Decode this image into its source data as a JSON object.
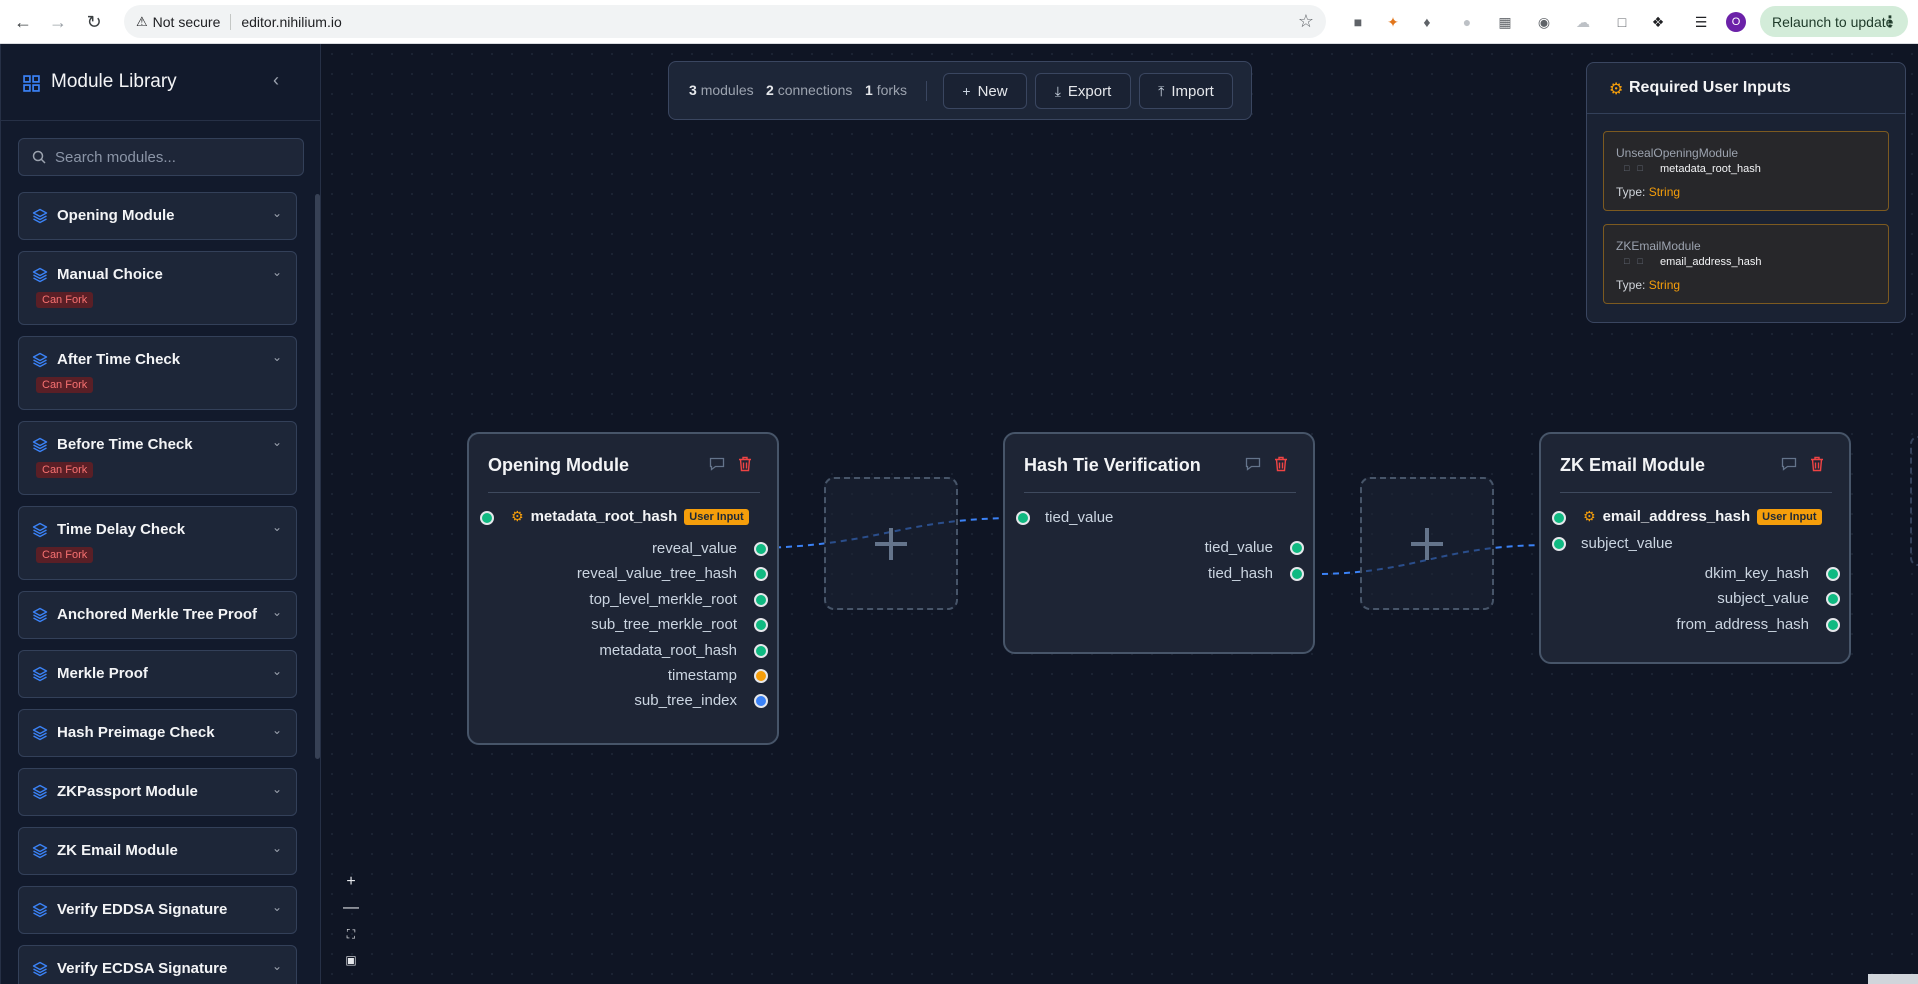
{
  "browser": {
    "security_label": "Not secure",
    "url": "editor.nihilium.io",
    "profile_initial": "O",
    "relaunch_label": "Relaunch to update"
  },
  "sidebar": {
    "title": "Module Library",
    "search_placeholder": "Search modules...",
    "fork_badge": "Can Fork",
    "items": [
      {
        "label": "Opening Module",
        "can_fork": false
      },
      {
        "label": "Manual Choice",
        "can_fork": true
      },
      {
        "label": "After Time Check",
        "can_fork": true
      },
      {
        "label": "Before Time Check",
        "can_fork": true
      },
      {
        "label": "Time Delay Check",
        "can_fork": true
      },
      {
        "label": "Anchored Merkle Tree Proof",
        "can_fork": false
      },
      {
        "label": "Merkle Proof",
        "can_fork": false
      },
      {
        "label": "Hash Preimage Check",
        "can_fork": false
      },
      {
        "label": "ZKPassport Module",
        "can_fork": false
      },
      {
        "label": "ZK Email Module",
        "can_fork": false
      },
      {
        "label": "Verify EDDSA Signature",
        "can_fork": false
      },
      {
        "label": "Verify ECDSA Signature",
        "can_fork": false
      }
    ]
  },
  "toolbar": {
    "modules_count": "3",
    "modules_label": "modules",
    "connections_count": "2",
    "connections_label": "connections",
    "forks_count": "1",
    "forks_label": "forks",
    "new_label": "New",
    "export_label": "Export",
    "import_label": "Import"
  },
  "required_inputs": {
    "title": "Required User Inputs",
    "type_prefix": "Type:",
    "items": [
      {
        "module": "UnsealOpeningModule",
        "field": "metadata_root_hash",
        "type": "String"
      },
      {
        "module": "ZKEmailModule",
        "field": "email_address_hash",
        "type": "String"
      }
    ]
  },
  "nodes": {
    "opening": {
      "title": "Opening Module",
      "user_input_name": "metadata_root_hash",
      "user_input_badge": "User Input",
      "outputs": [
        "reveal_value",
        "reveal_value_tree_hash",
        "top_level_merkle_root",
        "sub_tree_merkle_root",
        "metadata_root_hash",
        "timestamp",
        "sub_tree_index"
      ]
    },
    "hash_tie": {
      "title": "Hash Tie Verification",
      "inputs": [
        "tied_value"
      ],
      "outputs": [
        "tied_value",
        "tied_hash"
      ]
    },
    "zk_email": {
      "title": "ZK Email Module",
      "user_input_name": "email_address_hash",
      "user_input_badge": "User Input",
      "inputs": [
        "subject_value"
      ],
      "outputs": [
        "dkim_key_hash",
        "subject_value",
        "from_address_hash"
      ]
    }
  },
  "colors": {
    "accent": "#3b82f6",
    "port_default": "#10b981",
    "port_timestamp": "#f59e0b",
    "port_index": "#3b82f6",
    "user_input": "#f59e0b",
    "delete": "#ef4444",
    "fork_badge_text": "#f87171"
  }
}
